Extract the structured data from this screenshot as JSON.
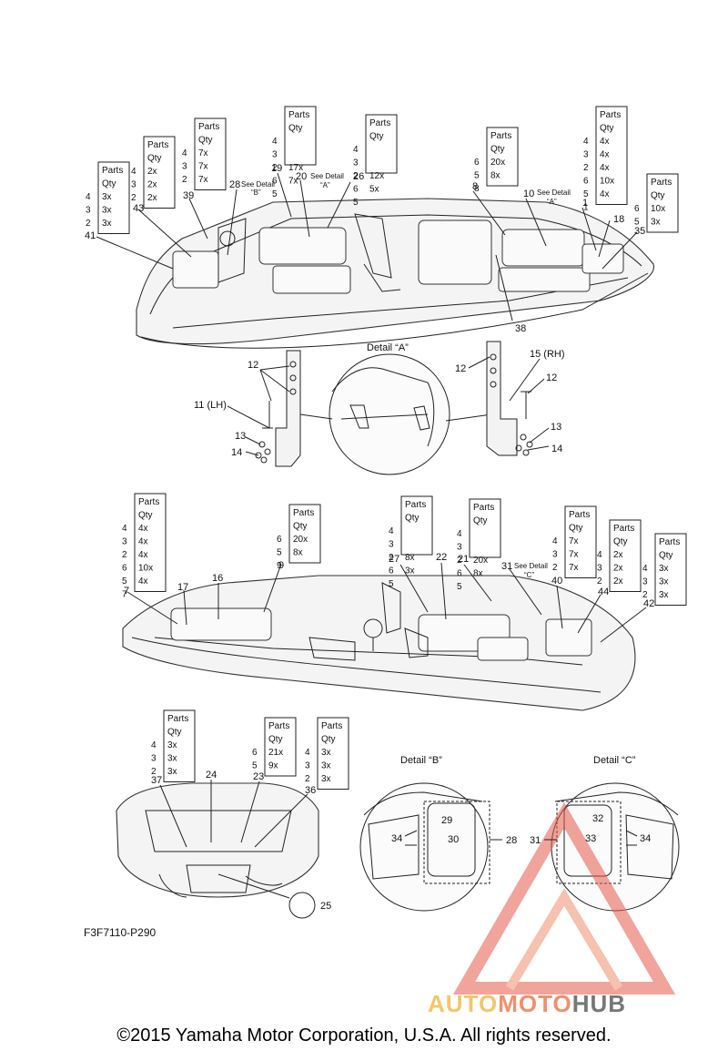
{
  "diagram_code": "F3F7110-P290",
  "copyright": "©2015 Yamaha Motor Corporation, U.S.A. All rights reserved.",
  "watermark": {
    "part1": "AUTO",
    "part2": "MOTO",
    "part3": "HUB"
  },
  "detail_titles": {
    "a": "Detail “A”",
    "b": "Detail “B”",
    "c": "Detail “C”"
  },
  "table_header": [
    "Parts",
    "Qty"
  ],
  "tables": [
    {
      "id": "t41",
      "rows": [
        [
          "4",
          "3x"
        ],
        [
          "3",
          "3x"
        ],
        [
          "2",
          "3x"
        ]
      ]
    },
    {
      "id": "t43",
      "rows": [
        [
          "4",
          "2x"
        ],
        [
          "3",
          "2x"
        ],
        [
          "2",
          "2x"
        ]
      ]
    },
    {
      "id": "t39",
      "rows": [
        [
          "4",
          "7x"
        ],
        [
          "3",
          "7x"
        ],
        [
          "2",
          "7x"
        ]
      ]
    },
    {
      "id": "t19",
      "rows": [
        [
          "4",
          ""
        ],
        [
          "3",
          ""
        ],
        [
          "2",
          "17x"
        ],
        [
          "6",
          "7x"
        ],
        [
          "5",
          ""
        ]
      ]
    },
    {
      "id": "t26",
      "rows": [
        [
          "4",
          ""
        ],
        [
          "3",
          ""
        ],
        [
          "2",
          "12x"
        ],
        [
          "6",
          "5x"
        ],
        [
          "5",
          ""
        ]
      ]
    },
    {
      "id": "t8",
      "rows": [
        [
          "6",
          "20x"
        ],
        [
          "5",
          "8x"
        ],
        [
          "8",
          ""
        ]
      ]
    },
    {
      "id": "t1",
      "rows": [
        [
          "4",
          "4x"
        ],
        [
          "3",
          "4x"
        ],
        [
          "2",
          "4x"
        ],
        [
          "6",
          "10x"
        ],
        [
          "5",
          "4x"
        ],
        [
          "1",
          ""
        ]
      ]
    },
    {
      "id": "t35",
      "rows": [
        [
          "6",
          "10x"
        ],
        [
          "5",
          "3x"
        ]
      ]
    },
    {
      "id": "t7",
      "rows": [
        [
          "4",
          "4x"
        ],
        [
          "3",
          "4x"
        ],
        [
          "2",
          "4x"
        ],
        [
          "6",
          "10x"
        ],
        [
          "5",
          "4x"
        ],
        [
          "7",
          ""
        ]
      ]
    },
    {
      "id": "t9",
      "rows": [
        [
          "6",
          "20x"
        ],
        [
          "5",
          "8x"
        ],
        [
          "9",
          ""
        ]
      ]
    },
    {
      "id": "t27",
      "rows": [
        [
          "4",
          ""
        ],
        [
          "3",
          ""
        ],
        [
          "2",
          "8x"
        ],
        [
          "6",
          "3x"
        ],
        [
          "5",
          ""
        ]
      ]
    },
    {
      "id": "t21",
      "rows": [
        [
          "4",
          ""
        ],
        [
          "3",
          ""
        ],
        [
          "2",
          "20x"
        ],
        [
          "6",
          "8x"
        ],
        [
          "5",
          ""
        ]
      ]
    },
    {
      "id": "t40",
      "rows": [
        [
          "4",
          "7x"
        ],
        [
          "3",
          "7x"
        ],
        [
          "2",
          "7x"
        ]
      ]
    },
    {
      "id": "t44",
      "rows": [
        [
          "4",
          "2x"
        ],
        [
          "3",
          "2x"
        ],
        [
          "2",
          "2x"
        ]
      ]
    },
    {
      "id": "t42",
      "rows": [
        [
          "4",
          "3x"
        ],
        [
          "3",
          "3x"
        ],
        [
          "2",
          "3x"
        ]
      ]
    },
    {
      "id": "t37",
      "rows": [
        [
          "4",
          "3x"
        ],
        [
          "3",
          "3x"
        ],
        [
          "2",
          "3x"
        ]
      ]
    },
    {
      "id": "t23",
      "rows": [
        [
          "6",
          "21x"
        ],
        [
          "5",
          "9x"
        ]
      ]
    },
    {
      "id": "t36",
      "rows": [
        [
          "4",
          "3x"
        ],
        [
          "3",
          "3x"
        ],
        [
          "2",
          "3x"
        ]
      ]
    }
  ],
  "callouts": {
    "n41": "41",
    "n43": "43",
    "n39": "39",
    "n28": "28",
    "n19": "19",
    "n20": "20",
    "n26": "26",
    "n8": "8",
    "n10": "10",
    "n1": "1",
    "n18": "18",
    "n35": "35",
    "n38": "38",
    "n12a": "12",
    "n12b": "12",
    "n12c": "12",
    "n11": "11 (LH)",
    "n15": "15 (RH)",
    "n13a": "13",
    "n13b": "13",
    "n14a": "14",
    "n14b": "14",
    "n7": "7",
    "n17": "17",
    "n16": "16",
    "n9": "9",
    "n27": "27",
    "n22": "22",
    "n21": "21",
    "n31": "31",
    "n40": "40",
    "n44": "44",
    "n42": "42",
    "n37": "37",
    "n24": "24",
    "n23": "23",
    "n36": "36",
    "n25": "25",
    "n34a": "34",
    "n29": "29",
    "n30": "30",
    "n28b": "28",
    "n31b": "31",
    "n32": "32",
    "n33": "33",
    "n34b": "34"
  },
  "see_detail": {
    "s28": "See Detail",
    "s28q": "“B”",
    "s20": "See Detail",
    "s20q": "“A”",
    "s10": "See Detail",
    "s10q": "“A”",
    "s31": "See Detail",
    "s31q": "“C”"
  }
}
